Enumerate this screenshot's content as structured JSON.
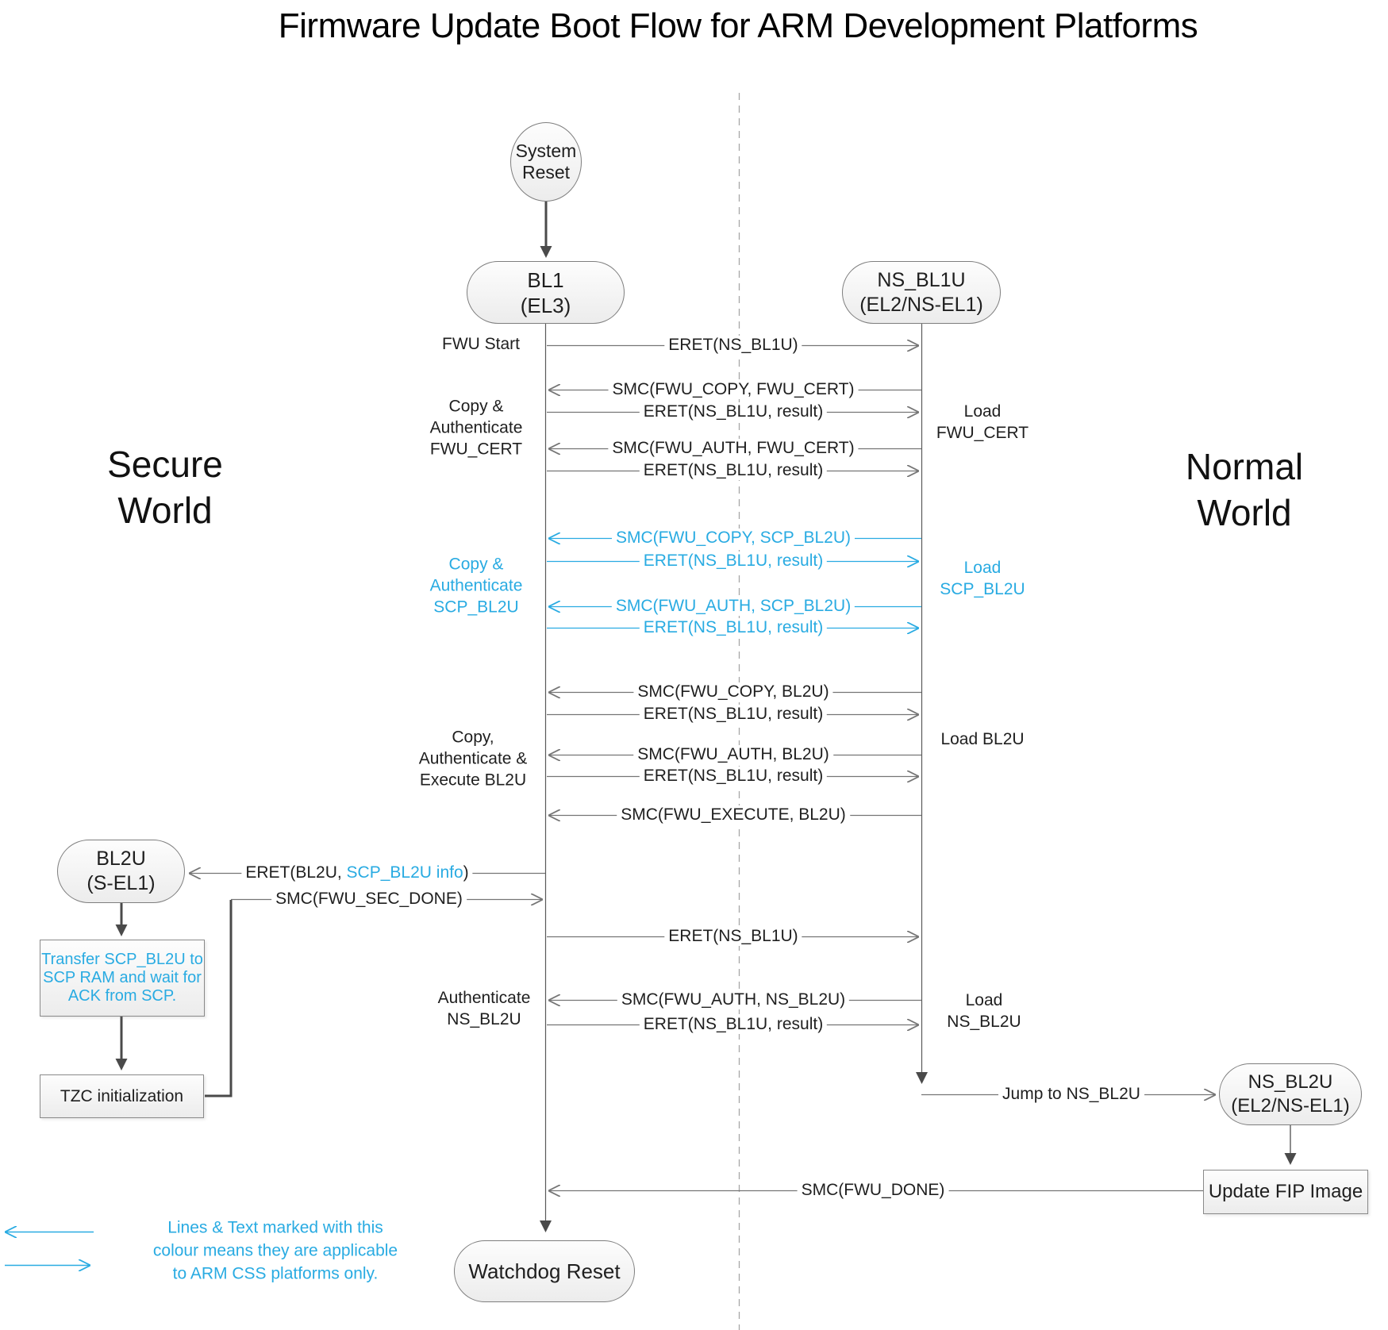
{
  "title": "Firmware Update Boot Flow for ARM Development Platforms",
  "colors": {
    "css_accent": "#29abe2",
    "line_gray": "#757575",
    "arrow_dark": "#4a4a4a"
  },
  "regions": {
    "secure_line1": "Secure",
    "secure_line2": "World",
    "normal_line1": "Normal",
    "normal_line2": "World"
  },
  "nodes": {
    "system_reset": {
      "line1": "System",
      "line2": "Reset"
    },
    "bl1": {
      "line1": "BL1",
      "line2": "(EL3)"
    },
    "ns_bl1u": {
      "line1": "NS_BL1U",
      "line2": "(EL2/NS-EL1)"
    },
    "bl2u": {
      "line1": "BL2U",
      "line2": "(S-EL1)"
    },
    "transfer_scp": {
      "line1": "Transfer SCP_BL2U to",
      "line2": "SCP RAM and wait for",
      "line3": "ACK from SCP."
    },
    "tzc": {
      "label": "TZC initialization"
    },
    "ns_bl2u": {
      "line1": "NS_BL2U",
      "line2": "(EL2/NS-EL1)"
    },
    "update_fip": {
      "label": "Update FIP Image"
    },
    "watchdog": {
      "label": "Watchdog Reset"
    }
  },
  "messages": {
    "eret_ns_bl1u": "ERET(NS_BL1U)",
    "eret_result": "ERET(NS_BL1U, result)",
    "smc_copy_fwu_cert": "SMC(FWU_COPY, FWU_CERT)",
    "smc_auth_fwu_cert": "SMC(FWU_AUTH, FWU_CERT)",
    "smc_copy_scp_bl2u": "SMC(FWU_COPY, SCP_BL2U)",
    "smc_auth_scp_bl2u": "SMC(FWU_AUTH, SCP_BL2U)",
    "smc_copy_bl2u": "SMC(FWU_COPY, BL2U)",
    "smc_auth_bl2u": "SMC(FWU_AUTH, BL2U)",
    "smc_execute_bl2u": "SMC(FWU_EXECUTE, BL2U)",
    "eret_bl2u_prefix": "ERET(BL2U, ",
    "eret_bl2u_css": "SCP_BL2U info",
    "eret_bl2u_suffix": ")",
    "smc_fwu_sec_done": "SMC(FWU_SEC_DONE)",
    "smc_auth_ns_bl2u": "SMC(FWU_AUTH, NS_BL2U)",
    "jump_to_ns_bl2u": "Jump to NS_BL2U",
    "smc_fwu_done": "SMC(FWU_DONE)"
  },
  "side_labels": {
    "fwu_start": "FWU Start",
    "copy_auth_fwu_cert_1": "Copy &",
    "copy_auth_fwu_cert_2": "Authenticate",
    "copy_auth_fwu_cert_3": "FWU_CERT",
    "load_fwu_cert_1": "Load",
    "load_fwu_cert_2": "FWU_CERT",
    "copy_auth_scp_1": "Copy &",
    "copy_auth_scp_2": "Authenticate",
    "copy_auth_scp_3": "SCP_BL2U",
    "load_scp_1": "Load",
    "load_scp_2": "SCP_BL2U",
    "copy_auth_exec_1": "Copy,",
    "copy_auth_exec_2": "Authenticate &",
    "copy_auth_exec_3": "Execute BL2U",
    "load_bl2u": "Load BL2U",
    "auth_ns_bl2u_1": "Authenticate",
    "auth_ns_bl2u_2": "NS_BL2U",
    "load_ns_bl2u_1": "Load",
    "load_ns_bl2u_2": "NS_BL2U"
  },
  "legend": {
    "line1": "Lines & Text marked with this",
    "line2": "colour means they are applicable",
    "line3": "to ARM CSS platforms only."
  }
}
